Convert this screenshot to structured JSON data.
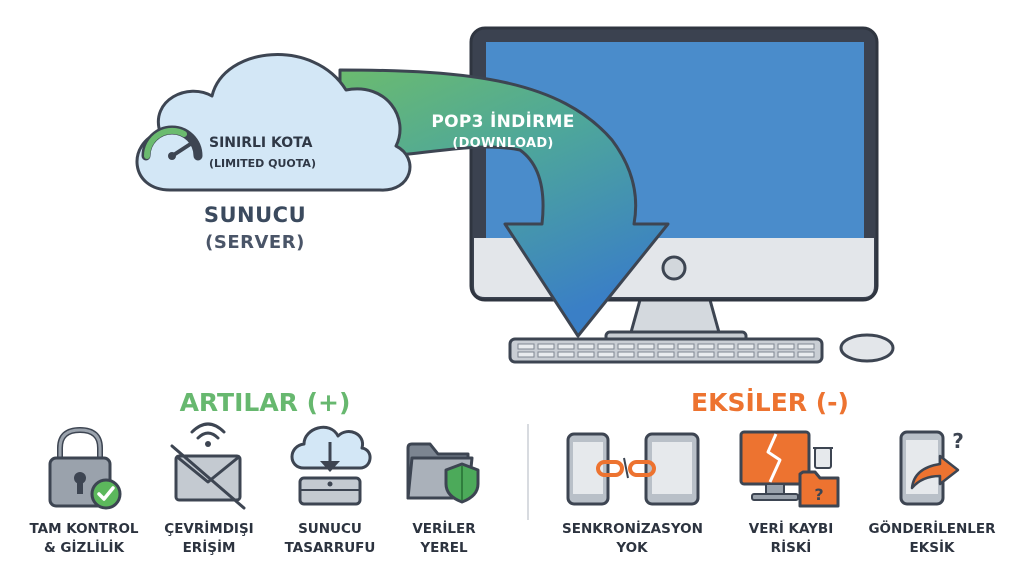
{
  "server": {
    "title": "SUNUCU",
    "subtitle": "(SERVER)",
    "quota_label": "SINIRLI KOTA",
    "quota_sublabel": "(LIMITED QUOTA)",
    "quota_gauge_icon": "speedometer-gauge-icon"
  },
  "flow": {
    "label": "POP3 İNDİRME",
    "sublabel": "(DOWNLOAD)",
    "arrow_icon": "download-arrow-icon"
  },
  "computer": {
    "icon": "desktop-computer-icon"
  },
  "pros": {
    "title": "ARTILAR (+)",
    "items": [
      {
        "line1": "TAM KONTROL",
        "line2": "& GİZLİLİK",
        "icon": "padlock-check-icon"
      },
      {
        "line1": "ÇEVRİMDIŞI",
        "line2": "ERİŞİM",
        "icon": "offline-envelope-icon"
      },
      {
        "line1": "SUNUCU",
        "line2": "TASARRUFU",
        "icon": "cloud-download-drive-icon"
      },
      {
        "line1": "VERİLER",
        "line2": "YEREL",
        "icon": "folder-shield-icon"
      }
    ]
  },
  "cons": {
    "title": "EKSİLER (-)",
    "items": [
      {
        "line1": "SENKRONİZASYON",
        "line2": "YOK",
        "icon": "broken-sync-devices-icon"
      },
      {
        "line1": "VERİ KAYBI",
        "line2": "RİSKİ",
        "icon": "broken-monitor-data-loss-icon"
      },
      {
        "line1": "GÖNDERİLENLER",
        "line2": "EKSİK",
        "icon": "phone-missing-sent-icon"
      }
    ]
  },
  "colors": {
    "cloud_fill": "#d3e7f6",
    "screen_blue": "#4a8ccb",
    "arrow_green": "#62b06c",
    "arrow_blue": "#3f82c4",
    "pros_green": "#67b86f",
    "cons_orange": "#ed7330",
    "outline": "#3d4552"
  }
}
